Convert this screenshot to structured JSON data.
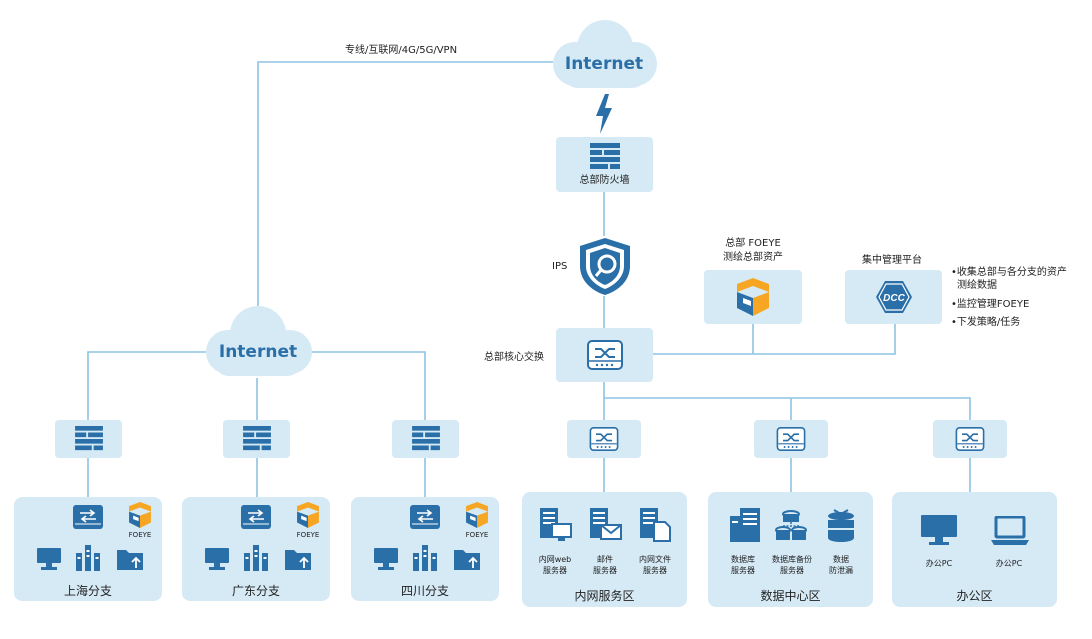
{
  "clouds": {
    "top": "Internet",
    "left": "Internet"
  },
  "link_label": "专线/互联网/4G/5G/VPN",
  "hq": {
    "firewall": "总部防火墙",
    "ips": "IPS",
    "core_switch": "总部核心交换",
    "foeye_line1": "总部 FOEYE",
    "foeye_line2": "测绘总部资产",
    "mgmt": "集中管理平台",
    "dcc_logo": "DCC",
    "features": [
      "•收集总部与各分支的资产",
      "测绘数据",
      "•监控管理FOEYE",
      "•下发策略/任务"
    ]
  },
  "branches": [
    {
      "name": "上海分支",
      "foeye": "FOEYE"
    },
    {
      "name": "广东分支",
      "foeye": "FOEYE"
    },
    {
      "name": "四川分支",
      "foeye": "FOEYE"
    }
  ],
  "zones": {
    "intranet": {
      "title": "内网服务区",
      "items": [
        [
          "内网web",
          "服务器"
        ],
        [
          "邮件",
          "服务器"
        ],
        [
          "内网文件",
          "服务器"
        ]
      ]
    },
    "datacenter": {
      "title": "数据中心区",
      "items": [
        [
          "数据库",
          "服务器"
        ],
        [
          "数据库备份",
          "服务器"
        ],
        [
          "数据",
          "防泄漏"
        ]
      ]
    },
    "office": {
      "title": "办公区",
      "items": [
        "办公PC",
        "办公PC"
      ]
    }
  },
  "colors": {
    "line": "#8dc3e3",
    "tile": "#d6eaf6",
    "icon": "#2a6fa8",
    "accent": "#f6a623"
  }
}
